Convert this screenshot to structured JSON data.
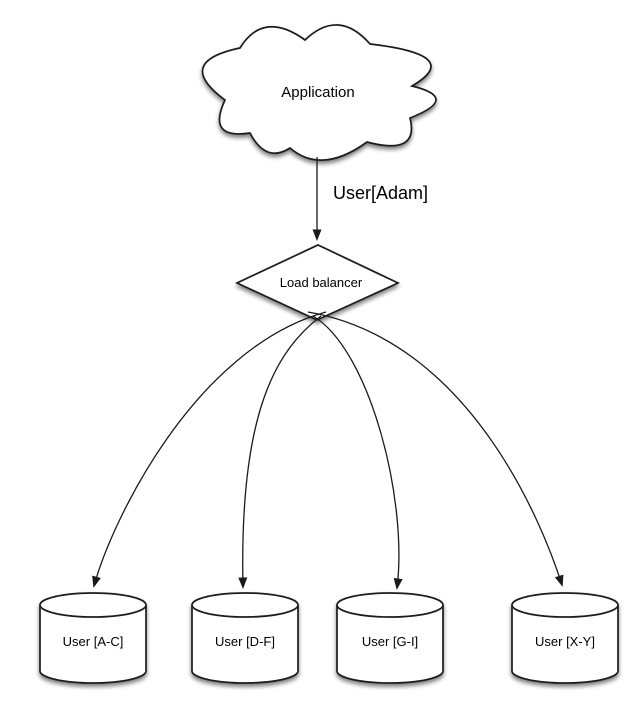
{
  "diagram": {
    "type": "flow-diagram",
    "background_color": "#ffffff",
    "node_fill_color": "#ffffff",
    "line_color": "#1a1a1a",
    "text_color": "#000000",
    "application": {
      "label": "Application",
      "shape": "cloud"
    },
    "request_edge": {
      "label": "User[Adam]"
    },
    "load_balancer": {
      "label": "Load balancer",
      "shape": "diamond"
    },
    "shards": [
      {
        "label": "User [A-C]",
        "shape": "cylinder"
      },
      {
        "label": "User [D-F]",
        "shape": "cylinder"
      },
      {
        "label": "User [G-I]",
        "shape": "cylinder"
      },
      {
        "label": "User [X-Y]",
        "shape": "cylinder"
      }
    ]
  }
}
